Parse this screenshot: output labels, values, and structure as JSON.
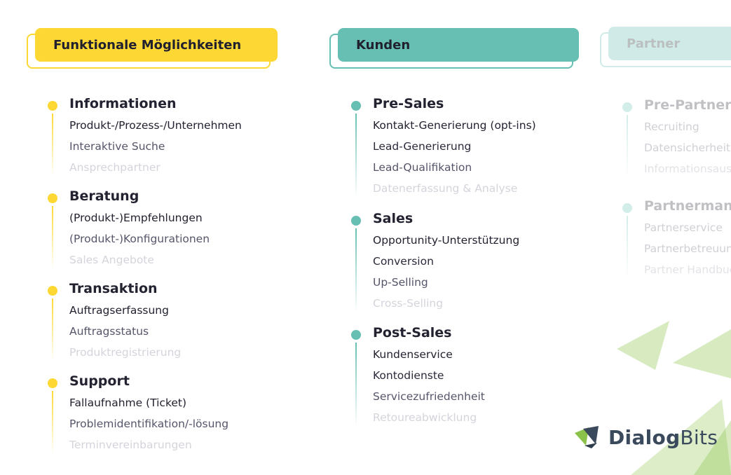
{
  "columns": [
    {
      "header": "Funktionale Möglichkeiten",
      "color": "#FDD835",
      "groups": [
        {
          "title": "Informationen",
          "items": [
            "Produkt-/Prozess-/Unternehmen",
            "Interaktive Suche",
            "Ansprechpartner"
          ]
        },
        {
          "title": "Beratung",
          "items": [
            "(Produkt-)Empfehlungen",
            "(Produkt-)Konfigurationen",
            "Sales Angebote"
          ]
        },
        {
          "title": "Transaktion",
          "items": [
            "Auftragserfassung",
            "Auftragsstatus",
            "Produktregistrierung"
          ]
        },
        {
          "title": "Support",
          "items": [
            "Fallaufnahme (Ticket)",
            "Problemidentifikation/-lösung",
            "Terminvereinbarungen"
          ]
        }
      ]
    },
    {
      "header": "Kunden",
      "color": "#66BFB2",
      "groups": [
        {
          "title": "Pre-Sales",
          "items": [
            "Kontakt-Generierung (opt-ins)",
            "Lead-Generierung",
            "Lead-Qualifikation",
            "Datenerfassung & Analyse"
          ]
        },
        {
          "title": "Sales",
          "items": [
            "Opportunity-Unterstützung",
            "Conversion",
            "Up-Selling",
            "Cross-Selling"
          ]
        },
        {
          "title": "Post-Sales",
          "items": [
            "Kundenservice",
            "Kontodienste",
            "Servicezufriedenheit",
            "Retoureabwicklung"
          ]
        }
      ]
    },
    {
      "header": "Partner",
      "color": "#66BFB2",
      "groups": [
        {
          "title": "Pre-Partner",
          "items": [
            "Recruiting",
            "Datensicherheit",
            "Informationsaustausch"
          ]
        },
        {
          "title": "Partnermanagement",
          "items": [
            "Partnerservice",
            "Partnerbetreuung",
            "Partner Handbuch"
          ]
        }
      ]
    }
  ],
  "brand": {
    "name_bold": "Dialog",
    "name_light": "Bits",
    "accent": "#8BC34A",
    "logo_dark": "#3a4a5c"
  }
}
